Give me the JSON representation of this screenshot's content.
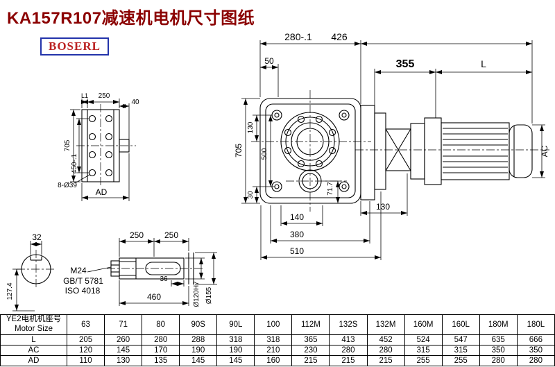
{
  "header": {
    "title": "KA157R107减速机电机尺寸图纸",
    "logo": "BOSERL"
  },
  "dims": {
    "w280": "280-.1",
    "l426": "426",
    "o50": "50",
    "a355": "355",
    "motor_l": "L",
    "h705": "705",
    "h130": "130",
    "h500": "500",
    "h30": "30",
    "h71_7": "71.7",
    "b140": "140",
    "b130": "130",
    "b380": "380",
    "b510": "510",
    "ac": "AC"
  },
  "flange": {
    "l1": "L1",
    "w250": "250",
    "w40": "40",
    "h705": "705",
    "h450": "450-.1",
    "holes": "8-Ø39",
    "ad": "AD"
  },
  "shaft": {
    "k32": "32",
    "h127_4": "127.4",
    "s250a": "250",
    "s250b": "250",
    "m24": "M24",
    "std1": "GB/T 5781",
    "std2": "ISO 4018",
    "l36": "36",
    "l460": "460",
    "d120": "Ø120H7",
    "d155": "Ø155"
  },
  "table": {
    "header": {
      "label_cn": "YE2电机机座号",
      "label_en": "Motor Size"
    },
    "columns": [
      "63",
      "71",
      "80",
      "90S",
      "90L",
      "100",
      "112M",
      "132S",
      "132M",
      "160M",
      "160L",
      "180M",
      "180L"
    ],
    "rows": [
      {
        "label": "L",
        "values": [
          "205",
          "260",
          "280",
          "288",
          "318",
          "318",
          "365",
          "413",
          "452",
          "524",
          "547",
          "635",
          "666"
        ]
      },
      {
        "label": "AC",
        "values": [
          "120",
          "145",
          "170",
          "190",
          "190",
          "210",
          "230",
          "280",
          "280",
          "315",
          "315",
          "350",
          "350"
        ]
      },
      {
        "label": "AD",
        "values": [
          "110",
          "130",
          "135",
          "145",
          "145",
          "160",
          "215",
          "215",
          "215",
          "255",
          "255",
          "280",
          "280"
        ]
      }
    ]
  }
}
